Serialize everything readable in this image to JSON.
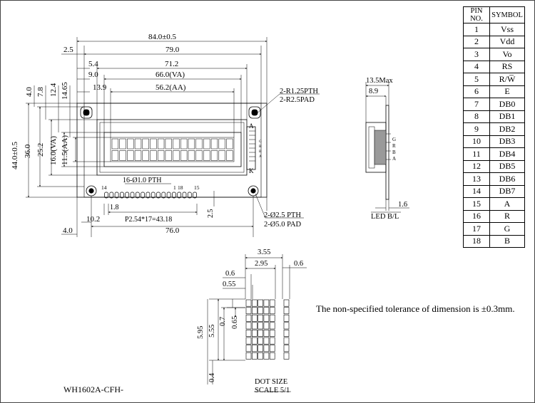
{
  "title": "WH1602A-CFH-",
  "note": "The non-specified tolerance of dimension is ±0.3mm.",
  "pin_table": {
    "headers": [
      "PIN NO.",
      "SYMBOL"
    ],
    "rows": [
      [
        "1",
        "Vss"
      ],
      [
        "2",
        "Vdd"
      ],
      [
        "3",
        "Vo"
      ],
      [
        "4",
        "RS"
      ],
      [
        "5",
        "R/W̅"
      ],
      [
        "6",
        "E"
      ],
      [
        "7",
        "DB0"
      ],
      [
        "8",
        "DB1"
      ],
      [
        "9",
        "DB2"
      ],
      [
        "10",
        "DB3"
      ],
      [
        "11",
        "DB4"
      ],
      [
        "12",
        "DB5"
      ],
      [
        "13",
        "DB6"
      ],
      [
        "14",
        "DB7"
      ],
      [
        "15",
        "A"
      ],
      [
        "16",
        "R"
      ],
      [
        "17",
        "G"
      ],
      [
        "18",
        "B"
      ]
    ]
  },
  "front_view": {
    "dims_top": {
      "outline": "84.0±0.5",
      "pcb": "79.0",
      "bezel": "71.2",
      "va": "66.0(VA)",
      "aa": "56.2(AA)",
      "left_2_5": "2.5",
      "left_5_4": "5.4",
      "left_9_0": "9.0",
      "left_13_9": "13.9"
    },
    "dims_left": {
      "outline": "44.0±0.5",
      "pcb": "36.0",
      "bezel": "25.2",
      "va": "16.0(VA)",
      "aa": "11.5(AA)",
      "d4_0": "4.0",
      "d7_8": "7.8",
      "d12_4": "12.4",
      "d14_65": "14.65"
    },
    "callouts": {
      "upper_holes_1": "2-R1.25PTH",
      "upper_holes_2": "2-R2.5PAD",
      "lower_holes_1": "2-Ø2.5 PTH",
      "lower_holes_2": "2-Ø5.0 PAD",
      "pins": "16-Ø1.0 PTH",
      "pin_pitch": "P2.54*17=43.18",
      "pin_offset": "1.8",
      "pin_14": "14",
      "pin_1": "1",
      "pin_18": "18",
      "pin_15": "15"
    },
    "dims_bottom": {
      "d2_5": "2.5",
      "d10_2": "10.2",
      "d4_0": "4.0",
      "d76_0": "76.0"
    },
    "led_labels": {
      "a": "A",
      "k": "K"
    },
    "rgb_labels": [
      "G",
      "R",
      "B",
      "A"
    ]
  },
  "side_view": {
    "max": "13.5Max",
    "d8_9": "8.9",
    "d1_6": "1.6",
    "led_label": "LED B/L",
    "rgb_labels": [
      "G",
      "R",
      "B",
      "A"
    ]
  },
  "dot_detail": {
    "d3_55": "3.55",
    "d2_95": "2.95",
    "d0_6_top": "0.6",
    "d0_6_left": "0.6",
    "d0_55": "0.55",
    "d5_95": "5.95",
    "d5_55": "5.55",
    "d0_7": "0.7",
    "d0_65": "0.65",
    "d0_4": "0.4",
    "caption_1": "DOT SIZE",
    "caption_2": "SCALE 5/1"
  }
}
